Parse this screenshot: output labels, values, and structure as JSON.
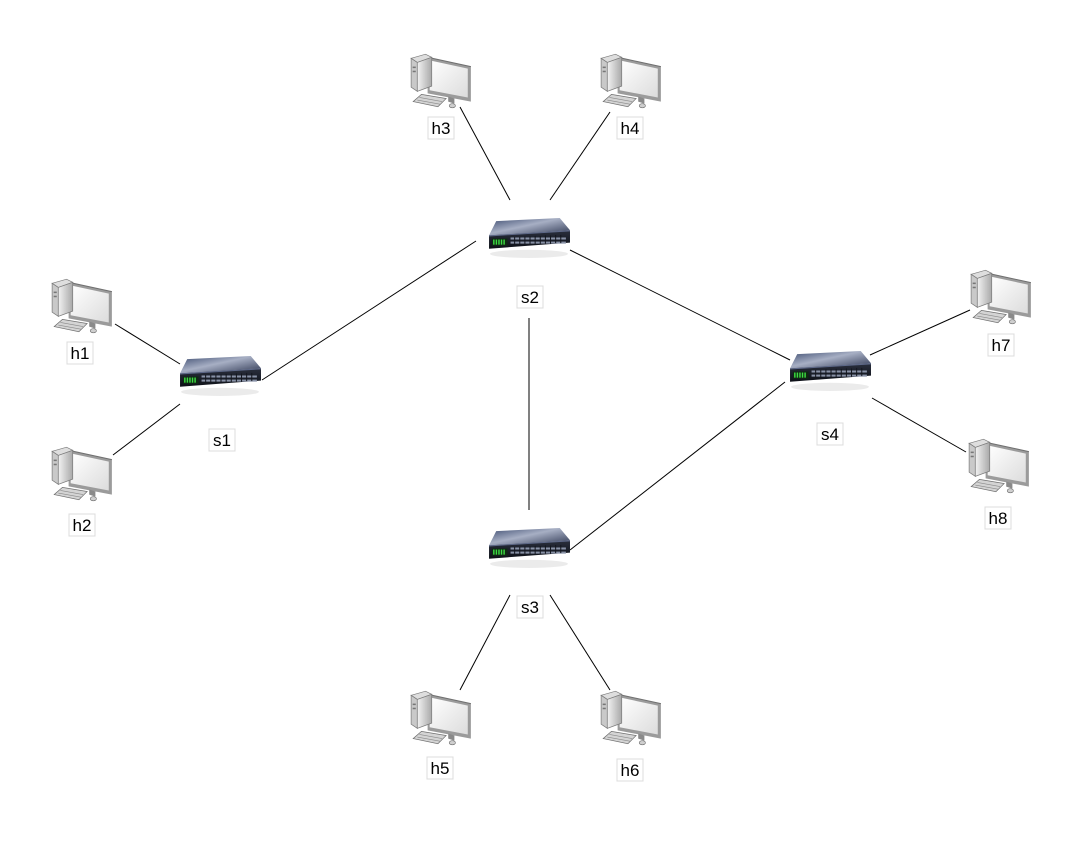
{
  "topology": {
    "switches": [
      {
        "id": "s1",
        "label": "s1"
      },
      {
        "id": "s2",
        "label": "s2"
      },
      {
        "id": "s3",
        "label": "s3"
      },
      {
        "id": "s4",
        "label": "s4"
      }
    ],
    "hosts": [
      {
        "id": "h1",
        "label": "h1"
      },
      {
        "id": "h2",
        "label": "h2"
      },
      {
        "id": "h3",
        "label": "h3"
      },
      {
        "id": "h4",
        "label": "h4"
      },
      {
        "id": "h5",
        "label": "h5"
      },
      {
        "id": "h6",
        "label": "h6"
      },
      {
        "id": "h7",
        "label": "h7"
      },
      {
        "id": "h8",
        "label": "h8"
      }
    ],
    "links": [
      [
        "s1",
        "s2"
      ],
      [
        "s2",
        "s4"
      ],
      [
        "s2",
        "s3"
      ],
      [
        "s3",
        "s4"
      ],
      [
        "s1",
        "h1"
      ],
      [
        "s1",
        "h2"
      ],
      [
        "s2",
        "h3"
      ],
      [
        "s2",
        "h4"
      ],
      [
        "s3",
        "h5"
      ],
      [
        "s3",
        "h6"
      ],
      [
        "s4",
        "h7"
      ],
      [
        "s4",
        "h8"
      ]
    ],
    "icons": {
      "switch": "network-switch-icon",
      "host": "desktop-computer-icon"
    }
  }
}
